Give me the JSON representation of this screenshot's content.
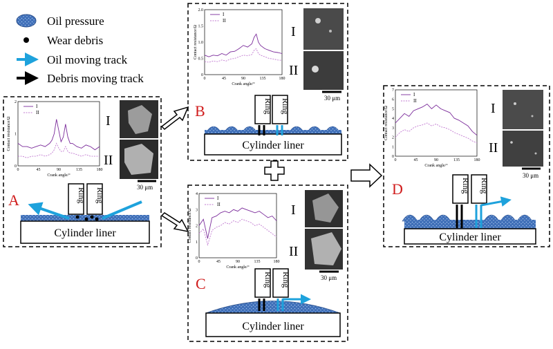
{
  "legend": [
    {
      "label": "Oil pressure",
      "icon": "oil-pressure-icon"
    },
    {
      "label": "Wear debris",
      "icon": "debris-dot-icon"
    },
    {
      "label": "Oil moving track",
      "icon": "blue-arrow-icon"
    },
    {
      "label": "Debris moving track",
      "icon": "black-arrow-icon"
    }
  ],
  "colors": {
    "oil": "#3f6fb8",
    "oil_arrow": "#1ea2dc",
    "series1": "#7a2a9a",
    "series2": "#c078d0",
    "letter": "#d01c1c"
  },
  "shared": {
    "xlabel": "Crank angle/°",
    "ylabel": "Contact resistance/Ω",
    "xticks": [
      "0",
      "45",
      "90",
      "135",
      "180"
    ],
    "series_I": "I",
    "series_II": "II",
    "scale_bar": "30 μm",
    "ring_label": "Ring",
    "liner_label": "Cylinder liner"
  },
  "panels": [
    {
      "letter": "A",
      "yticks": [
        "0",
        "1",
        "2"
      ]
    },
    {
      "letter": "B",
      "yticks": [
        "0",
        "0.5",
        "1.0",
        "1.5",
        "2.0"
      ]
    },
    {
      "letter": "C",
      "yticks": [
        "0",
        "1",
        "2",
        "3",
        "4"
      ]
    },
    {
      "letter": "D",
      "yticks": [
        "0",
        "1",
        "2",
        "3",
        "4",
        "5",
        "6",
        "7"
      ]
    }
  ],
  "chart_data": [
    {
      "type": "line",
      "panel": "A",
      "x": [
        0,
        10,
        20,
        30,
        40,
        50,
        60,
        70,
        75,
        80,
        85,
        90,
        95,
        100,
        105,
        110,
        115,
        120,
        130,
        140,
        150,
        160,
        170,
        180
      ],
      "series": [
        {
          "name": "I",
          "values": [
            0.7,
            0.6,
            0.6,
            0.55,
            0.6,
            0.65,
            0.6,
            0.7,
            0.8,
            1.0,
            1.45,
            1.1,
            0.75,
            0.9,
            1.3,
            0.9,
            0.7,
            0.7,
            0.6,
            0.55,
            0.65,
            0.6,
            0.5,
            0.6
          ]
        },
        {
          "name": "II",
          "values": [
            0.3,
            0.3,
            0.25,
            0.3,
            0.3,
            0.35,
            0.3,
            0.35,
            0.4,
            0.5,
            0.7,
            0.55,
            0.45,
            0.45,
            0.6,
            0.45,
            0.4,
            0.4,
            0.35,
            0.3,
            0.35,
            0.3,
            0.3,
            0.3
          ]
        }
      ],
      "xlim": [
        0,
        180
      ],
      "ylim": [
        0,
        2
      ]
    },
    {
      "type": "line",
      "panel": "B",
      "x": [
        0,
        10,
        20,
        30,
        40,
        50,
        60,
        70,
        80,
        90,
        100,
        110,
        115,
        120,
        125,
        130,
        140,
        150,
        160,
        170,
        180
      ],
      "series": [
        {
          "name": "I",
          "values": [
            0.6,
            0.55,
            0.6,
            0.58,
            0.65,
            0.6,
            0.7,
            0.72,
            0.8,
            0.9,
            0.85,
            0.95,
            1.15,
            1.25,
            1.0,
            0.9,
            0.8,
            0.75,
            0.7,
            0.68,
            0.65
          ]
        },
        {
          "name": "II",
          "values": [
            0.4,
            0.38,
            0.42,
            0.4,
            0.45,
            0.42,
            0.48,
            0.5,
            0.55,
            0.6,
            0.58,
            0.62,
            0.75,
            0.8,
            0.65,
            0.6,
            0.55,
            0.5,
            0.48,
            0.45,
            0.44
          ]
        }
      ],
      "xlim": [
        0,
        180
      ],
      "ylim": [
        0,
        2
      ]
    },
    {
      "type": "line",
      "panel": "C",
      "x": [
        0,
        10,
        20,
        30,
        40,
        50,
        60,
        70,
        80,
        90,
        100,
        110,
        120,
        130,
        140,
        150,
        160,
        170,
        180
      ],
      "series": [
        {
          "name": "I",
          "values": [
            2.0,
            2.4,
            1.2,
            2.5,
            2.6,
            2.8,
            2.9,
            2.8,
            3.0,
            2.9,
            3.1,
            3.0,
            2.9,
            2.8,
            2.9,
            2.7,
            2.5,
            2.6,
            2.3
          ]
        },
        {
          "name": "II",
          "values": [
            1.5,
            1.8,
            0.8,
            1.7,
            1.9,
            2.0,
            2.2,
            2.1,
            2.3,
            2.2,
            2.4,
            2.3,
            2.2,
            2.0,
            2.1,
            1.9,
            1.7,
            1.5,
            1.3
          ]
        }
      ],
      "xlim": [
        0,
        180
      ],
      "ylim": [
        0,
        4
      ]
    },
    {
      "type": "line",
      "panel": "D",
      "x": [
        0,
        10,
        20,
        30,
        40,
        50,
        60,
        70,
        80,
        90,
        100,
        110,
        120,
        130,
        140,
        150,
        160,
        170,
        180
      ],
      "series": [
        {
          "name": "I",
          "values": [
            3.5,
            4.0,
            4.5,
            4.2,
            4.8,
            5.0,
            5.2,
            5.5,
            5.0,
            5.4,
            5.0,
            4.8,
            4.6,
            4.0,
            3.8,
            3.5,
            3.2,
            2.6,
            2.2
          ]
        },
        {
          "name": "II",
          "values": [
            2.0,
            2.5,
            2.8,
            2.6,
            3.0,
            3.2,
            3.3,
            3.5,
            3.2,
            3.4,
            3.1,
            3.0,
            2.8,
            2.5,
            2.3,
            2.1,
            1.9,
            1.6,
            1.4
          ]
        }
      ],
      "xlim": [
        0,
        180
      ],
      "ylim": [
        0,
        7
      ]
    }
  ]
}
